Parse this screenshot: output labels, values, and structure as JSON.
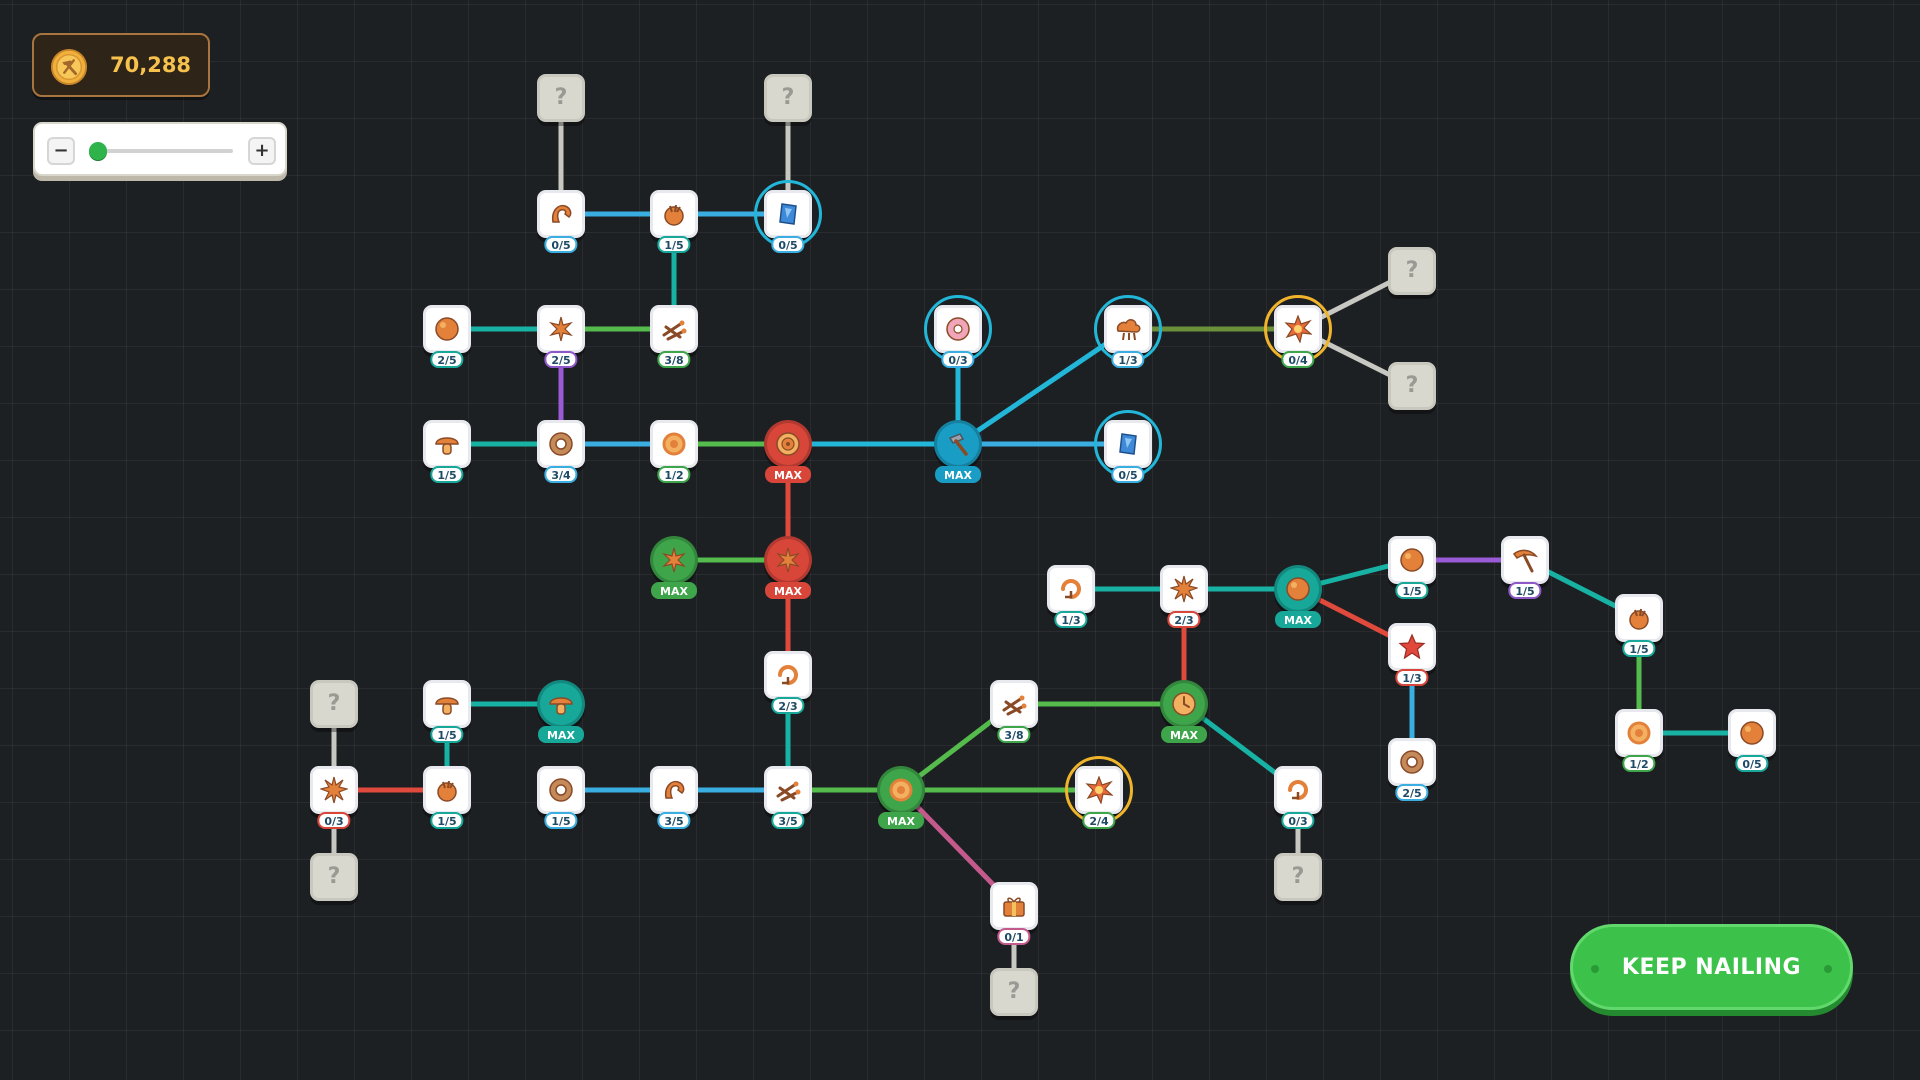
{
  "hud": {
    "coins": "70,288",
    "coin_icon": "hammer-coin-icon",
    "zoom": {
      "minus_label": "−",
      "plus_label": "+",
      "level": 0.05
    }
  },
  "cta": {
    "label": "KEEP NAILING"
  },
  "colors": {
    "blue": "#3aaee0",
    "teal": "#17b2a4",
    "green": "#54bb4c",
    "purple": "#9a5cd6",
    "red": "#e04a3c",
    "cyan": "#22b6d9",
    "pink": "#c45a8c",
    "gray": "#c8c8c2",
    "olive": "#6b8f3a"
  },
  "nodes": [
    {
      "id": "l1",
      "icon": "locked",
      "label": "?",
      "locked": true
    },
    {
      "id": "l2",
      "icon": "locked",
      "label": "?",
      "locked": true
    },
    {
      "id": "a1",
      "icon": "horseshoe-icon",
      "label": "0/5",
      "color": "blue"
    },
    {
      "id": "a2",
      "icon": "nail-bucket-icon",
      "label": "1/5",
      "color": "teal"
    },
    {
      "id": "a3",
      "icon": "blue-gem-icon",
      "label": "0/5",
      "color": "blue",
      "ring": "cyan"
    },
    {
      "id": "b1",
      "icon": "orange-ball-icon",
      "label": "2/5",
      "color": "teal"
    },
    {
      "id": "b2",
      "icon": "sparkle-burst-icon",
      "label": "2/5",
      "color": "purple"
    },
    {
      "id": "b3",
      "icon": "nail-pile-icon",
      "label": "3/8",
      "color": "green"
    },
    {
      "id": "c1",
      "icon": "mushroom-icon",
      "label": "1/5",
      "color": "teal"
    },
    {
      "id": "c2",
      "icon": "wood-ring-icon",
      "label": "3/4",
      "color": "blue"
    },
    {
      "id": "c3",
      "icon": "coin-spin-icon",
      "label": "1/2",
      "color": "green"
    },
    {
      "id": "c4",
      "icon": "target-icon",
      "label": "MAX",
      "color": "red",
      "circle": true,
      "max": true
    },
    {
      "id": "c5",
      "icon": "hammer-icon",
      "label": "MAX",
      "color": "cyan",
      "circle": true,
      "max": true
    },
    {
      "id": "c6",
      "icon": "blue-gem-icon",
      "label": "0/5",
      "color": "blue",
      "ring": "cyan"
    },
    {
      "id": "d1",
      "icon": "donut-icon",
      "label": "0/3",
      "color": "blue",
      "ring": "cyan"
    },
    {
      "id": "d2",
      "icon": "cloud-burst-icon",
      "label": "1/3",
      "color": "blue",
      "ring": "cyan"
    },
    {
      "id": "d3",
      "icon": "explosion-icon",
      "label": "0/4",
      "color": "green",
      "ring": "gold"
    },
    {
      "id": "l3",
      "icon": "locked",
      "label": "?",
      "locked": true
    },
    {
      "id": "l4",
      "icon": "locked",
      "label": "?",
      "locked": true
    },
    {
      "id": "e1",
      "icon": "sparkle-burst-icon",
      "label": "MAX",
      "color": "green",
      "circle": true,
      "max": true
    },
    {
      "id": "e2",
      "icon": "sparkle-burst-icon",
      "label": "MAX",
      "color": "red",
      "circle": true,
      "max": true
    },
    {
      "id": "f1",
      "icon": "refresh-icon",
      "label": "2/3",
      "color": "teal"
    },
    {
      "id": "g1",
      "icon": "refresh-icon",
      "label": "1/3",
      "color": "teal"
    },
    {
      "id": "g2",
      "icon": "spike-burst-icon",
      "label": "2/3",
      "color": "red"
    },
    {
      "id": "g3",
      "icon": "orange-ball-icon",
      "label": "MAX",
      "color": "teal",
      "circle": true,
      "max": true
    },
    {
      "id": "g4",
      "icon": "orange-ball-icon",
      "label": "1/5",
      "color": "teal"
    },
    {
      "id": "g5",
      "icon": "pickaxe-icon",
      "label": "1/5",
      "color": "purple"
    },
    {
      "id": "g6",
      "icon": "nail-bucket-icon",
      "label": "1/5",
      "color": "teal"
    },
    {
      "id": "g7",
      "icon": "star-icon",
      "label": "1/3",
      "color": "red"
    },
    {
      "id": "g8",
      "icon": "wood-ring-icon",
      "label": "2/5",
      "color": "blue"
    },
    {
      "id": "g9",
      "icon": "coin-spin-icon",
      "label": "1/2",
      "color": "green"
    },
    {
      "id": "g10",
      "icon": "orange-ball-icon",
      "label": "0/5",
      "color": "teal"
    },
    {
      "id": "h1",
      "icon": "locked",
      "label": "?",
      "locked": true
    },
    {
      "id": "h2",
      "icon": "mushroom-icon",
      "label": "1/5",
      "color": "teal"
    },
    {
      "id": "h3",
      "icon": "mushroom-icon",
      "label": "MAX",
      "color": "teal",
      "circle": true,
      "max": true
    },
    {
      "id": "h4",
      "icon": "spike-burst-icon",
      "label": "0/3",
      "color": "red"
    },
    {
      "id": "h5",
      "icon": "nail-bucket-icon",
      "label": "1/5",
      "color": "teal"
    },
    {
      "id": "h6",
      "icon": "wood-ring-icon",
      "label": "1/5",
      "color": "blue"
    },
    {
      "id": "h7",
      "icon": "horseshoe-icon",
      "label": "3/5",
      "color": "blue"
    },
    {
      "id": "h8",
      "icon": "nail-pile-icon",
      "label": "3/5",
      "color": "teal"
    },
    {
      "id": "h9",
      "icon": "coin-spin-icon",
      "label": "MAX",
      "color": "green",
      "circle": true,
      "max": true
    },
    {
      "id": "h10",
      "icon": "explosion-icon",
      "label": "2/4",
      "color": "green",
      "ring": "gold"
    },
    {
      "id": "h11",
      "icon": "locked",
      "label": "?",
      "locked": true
    },
    {
      "id": "i1",
      "icon": "nail-pile-icon",
      "label": "3/8",
      "color": "green"
    },
    {
      "id": "i2",
      "icon": "clock-icon",
      "label": "MAX",
      "color": "green",
      "circle": true,
      "max": true
    },
    {
      "id": "i3",
      "icon": "refresh-icon",
      "label": "0/3",
      "color": "teal"
    },
    {
      "id": "i4",
      "icon": "locked",
      "label": "?",
      "locked": true
    },
    {
      "id": "j1",
      "icon": "gift-box-icon",
      "label": "0/1",
      "color": "pink"
    },
    {
      "id": "j2",
      "icon": "locked",
      "label": "?",
      "locked": true
    }
  ],
  "edges": [
    [
      "l1",
      "a1",
      "gray"
    ],
    [
      "l2",
      "a3",
      "gray"
    ],
    [
      "a1",
      "a2",
      "blue"
    ],
    [
      "a2",
      "a3",
      "blue"
    ],
    [
      "a2",
      "b3",
      "teal"
    ],
    [
      "b1",
      "b2",
      "teal"
    ],
    [
      "b2",
      "b3",
      "green"
    ],
    [
      "b2",
      "c2",
      "purple"
    ],
    [
      "c1",
      "c2",
      "teal"
    ],
    [
      "c2",
      "c3",
      "blue"
    ],
    [
      "c3",
      "c4",
      "green"
    ],
    [
      "c4",
      "c5",
      "cyan"
    ],
    [
      "c5",
      "c6",
      "blue"
    ],
    [
      "c5",
      "d1",
      "cyan"
    ],
    [
      "c5",
      "d2",
      "cyan"
    ],
    [
      "d2",
      "d3",
      "olive"
    ],
    [
      "d3",
      "l3",
      "gray"
    ],
    [
      "d3",
      "l4",
      "gray"
    ],
    [
      "c4",
      "e2",
      "red"
    ],
    [
      "e1",
      "e2",
      "green"
    ],
    [
      "e2",
      "f1",
      "red"
    ],
    [
      "f1",
      "h8",
      "teal"
    ],
    [
      "h1",
      "h4",
      "gray"
    ],
    [
      "h4",
      "h11",
      "gray"
    ],
    [
      "h4",
      "h5",
      "red"
    ],
    [
      "h2",
      "h5",
      "teal"
    ],
    [
      "h2",
      "h3",
      "teal"
    ],
    [
      "h6",
      "h7",
      "blue"
    ],
    [
      "h7",
      "h8",
      "blue"
    ],
    [
      "h8",
      "h9",
      "green"
    ],
    [
      "h9",
      "h10",
      "green"
    ],
    [
      "h9",
      "i1",
      "green"
    ],
    [
      "h9",
      "j1",
      "pink"
    ],
    [
      "j1",
      "j2",
      "gray"
    ],
    [
      "i1",
      "i2",
      "green"
    ],
    [
      "i2",
      "g2",
      "red"
    ],
    [
      "i2",
      "i3",
      "teal"
    ],
    [
      "i3",
      "i4",
      "gray"
    ],
    [
      "g1",
      "g2",
      "teal"
    ],
    [
      "g2",
      "g3",
      "teal"
    ],
    [
      "g3",
      "g4",
      "teal"
    ],
    [
      "g3",
      "g7",
      "red"
    ],
    [
      "g7",
      "g8",
      "blue"
    ],
    [
      "g4",
      "g5",
      "purple"
    ],
    [
      "g5",
      "g6",
      "teal"
    ],
    [
      "g6",
      "g9",
      "green"
    ],
    [
      "g9",
      "g10",
      "teal"
    ]
  ]
}
